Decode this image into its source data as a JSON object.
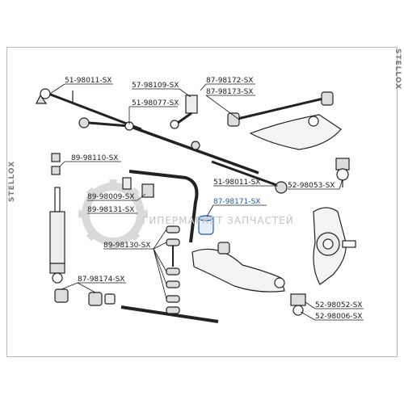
{
  "brand": {
    "text": "STELLOX"
  },
  "watermark": {
    "text": "ГИПЕРМАРКЕТ ЗАПЧАСТЕЙ"
  },
  "highlight_color": "#1e5aa8",
  "labels": {
    "p1": "51-98011-SX",
    "p2": "57-98109-SX",
    "p3": "87-98172-SX",
    "p4": "87-98173-SX",
    "p5": "51-98077-SX",
    "p6": "89-98110-SX",
    "p7": "51-98011-SX",
    "p8": "52-98053-SX",
    "p9": "89-98009-SX",
    "p10": "87-98171-SX",
    "p11": "89-98131-SX",
    "p12": "89-98130-SX",
    "p13": "87-98174-SX",
    "p14": "52-98052-SX",
    "p15": "52-98006-SX"
  }
}
